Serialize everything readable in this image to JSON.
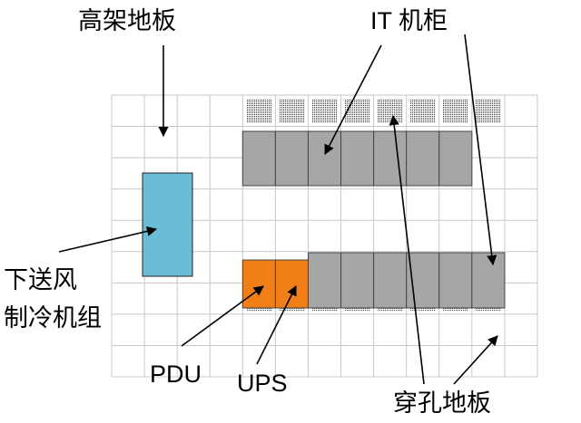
{
  "labels": {
    "raised_floor": "高架地板",
    "it_cabinet": "IT 机柜",
    "crac_line1": "下送风",
    "crac_line2": "制冷机组",
    "pdu": "PDU",
    "ups": "UPS",
    "perforated_tile": "穿孔地板"
  },
  "colors": {
    "grid_line": "#c8c8c8",
    "cabinet_fill": "#a6a6a6",
    "power_fill": "#f07f17",
    "crac_fill": "#6bbdd6",
    "tile_dots": "#555555"
  },
  "icons": {
    "arrow": "arrow-icon",
    "tile": "perforated-tile-icon"
  }
}
